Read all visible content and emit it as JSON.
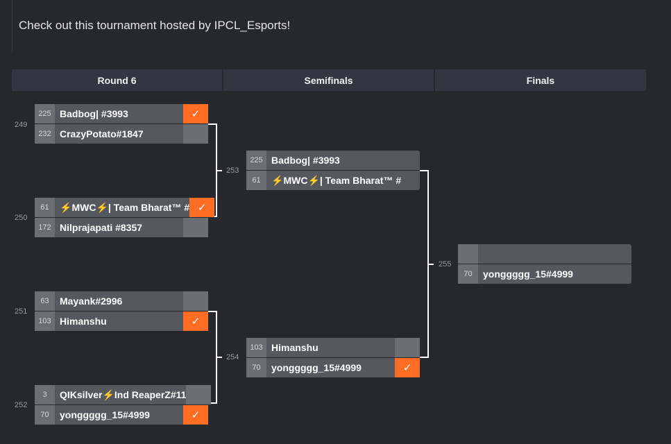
{
  "header": {
    "text": "Check out this tournament hosted by IPCL_Esports!"
  },
  "rounds": [
    {
      "label": "Round 6"
    },
    {
      "label": "Semifinals"
    },
    {
      "label": "Finals"
    }
  ],
  "icons": {
    "check": "checkmark-icon",
    "bolt": "lightning-bolt-icon"
  },
  "colors": {
    "win": "#ff6d24",
    "background": "#26282e"
  },
  "matches": {
    "m249": {
      "number": "249",
      "top": {
        "seed": "225",
        "name": "Badbog| #3993",
        "result": "✓"
      },
      "bottom": {
        "seed": "232",
        "name": "CrazyPotato#1847",
        "result": ""
      }
    },
    "m250": {
      "number": "250",
      "top": {
        "seed": "61",
        "name_pre": "",
        "name_mid": "MWC",
        "name_post": "| Team Bharat™ #",
        "result": "✓"
      },
      "bottom": {
        "seed": "172",
        "name": "Nilprajapati #8357",
        "result": ""
      }
    },
    "m251": {
      "number": "251",
      "top": {
        "seed": "63",
        "name": "Mayank#2996",
        "result": ""
      },
      "bottom": {
        "seed": "103",
        "name": "Himanshu",
        "result": "✓"
      }
    },
    "m252": {
      "number": "252",
      "top": {
        "seed": "3",
        "name_pre": "QIKsilver",
        "name_post": "Ind ReaperZ#11",
        "result": ""
      },
      "bottom": {
        "seed": "70",
        "name": "yonggggg_15#4999",
        "result": "✓"
      }
    },
    "m253": {
      "number": "253",
      "top": {
        "seed": "225",
        "name": "Badbog| #3993"
      },
      "bottom": {
        "seed": "61",
        "name_mid": "MWC",
        "name_post": "| Team Bharat™ #"
      }
    },
    "m254": {
      "number": "254",
      "top": {
        "seed": "103",
        "name": "Himanshu",
        "result": ""
      },
      "bottom": {
        "seed": "70",
        "name": "yonggggg_15#4999",
        "result": "✓"
      }
    },
    "m255": {
      "number": "255",
      "top": {
        "seed": "",
        "name": ""
      },
      "bottom": {
        "seed": "70",
        "name": "yonggggg_15#4999"
      }
    }
  }
}
